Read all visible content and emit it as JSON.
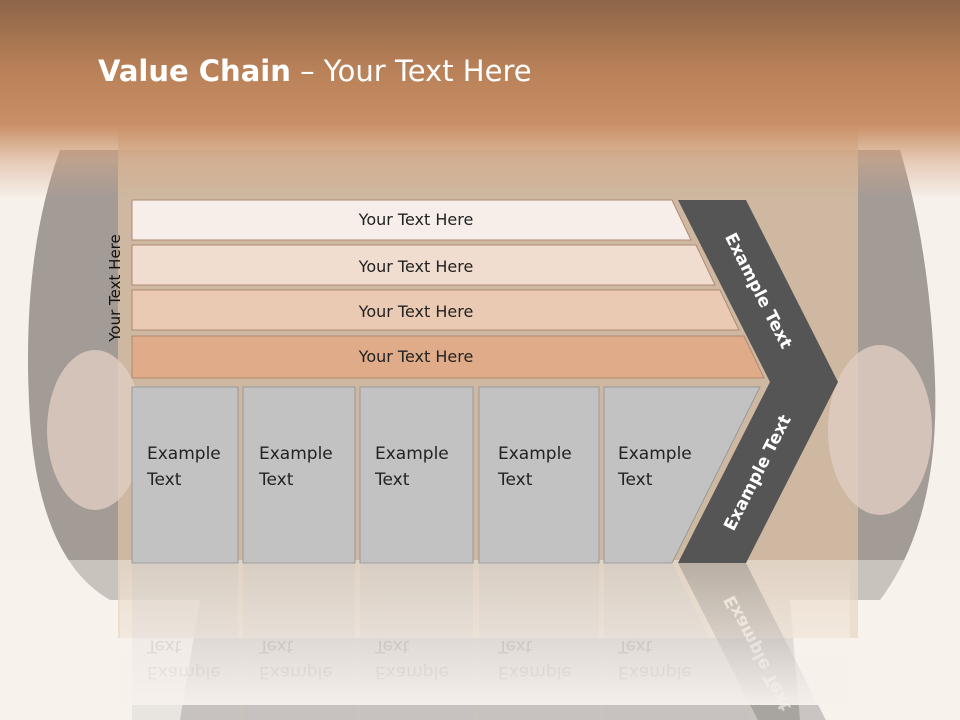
{
  "slide": {
    "title_bold": "Value Chain",
    "title_rest": " – Your Text Here",
    "side_label": "Your Text Here"
  },
  "bars": [
    {
      "label": "Your Text Here",
      "color": "#f7eee9"
    },
    {
      "label": "Your Text Here",
      "color": "#f1ddd0"
    },
    {
      "label": "Your Text Here",
      "color": "#ebcab4"
    },
    {
      "label": "Your Text Here",
      "color": "#dfab88"
    }
  ],
  "columns": [
    {
      "line1": "Example",
      "line2": "Text"
    },
    {
      "line1": "Example",
      "line2": "Text"
    },
    {
      "line1": "Example",
      "line2": "Text"
    },
    {
      "line1": "Example",
      "line2": "Text"
    },
    {
      "line1": "Example",
      "line2": "Text"
    }
  ],
  "chevron": {
    "upper_label": "Example Text",
    "lower_label": "Example Text",
    "color": "#555555"
  },
  "colors": {
    "column_fill": "#c2c2c2",
    "header_band": "#c98f66"
  }
}
